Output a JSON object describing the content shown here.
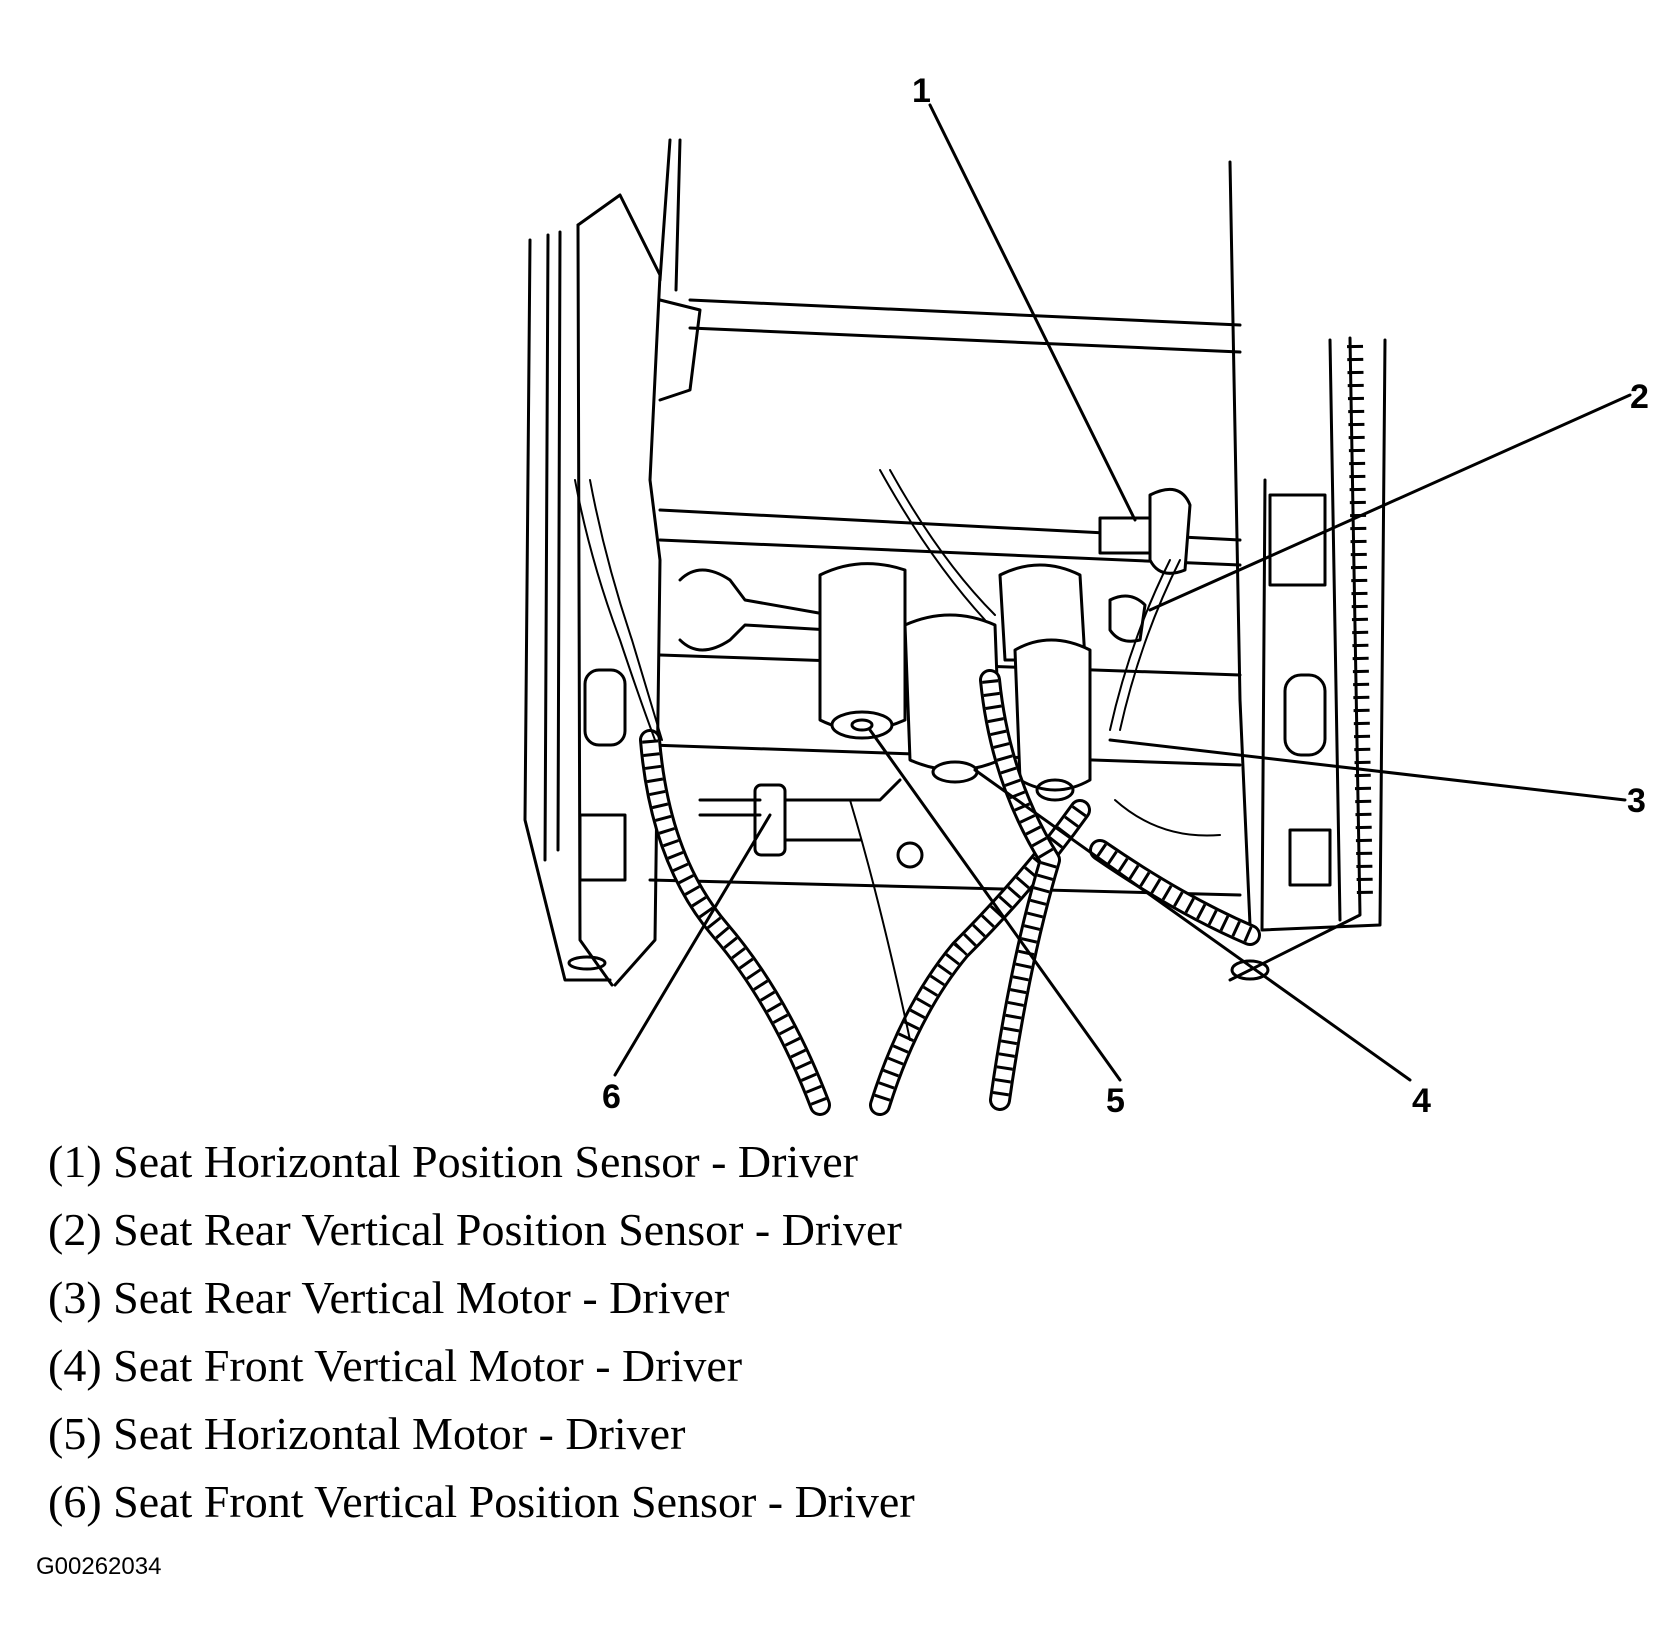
{
  "callouts": {
    "c1": "1",
    "c2": "2",
    "c3": "3",
    "c4": "4",
    "c5": "5",
    "c6": "6"
  },
  "legend": [
    {
      "text": "(1) Seat Horizontal Position Sensor - Driver"
    },
    {
      "text": "(2) Seat Rear Vertical Position Sensor - Driver"
    },
    {
      "text": "(3) Seat Rear Vertical Motor - Driver"
    },
    {
      "text": "(4) Seat Front Vertical Motor - Driver"
    },
    {
      "text": "(5) Seat Horizontal Motor - Driver"
    },
    {
      "text": "(6) Seat Front Vertical Position Sensor - Driver"
    }
  ],
  "figure_id": "G00262034"
}
